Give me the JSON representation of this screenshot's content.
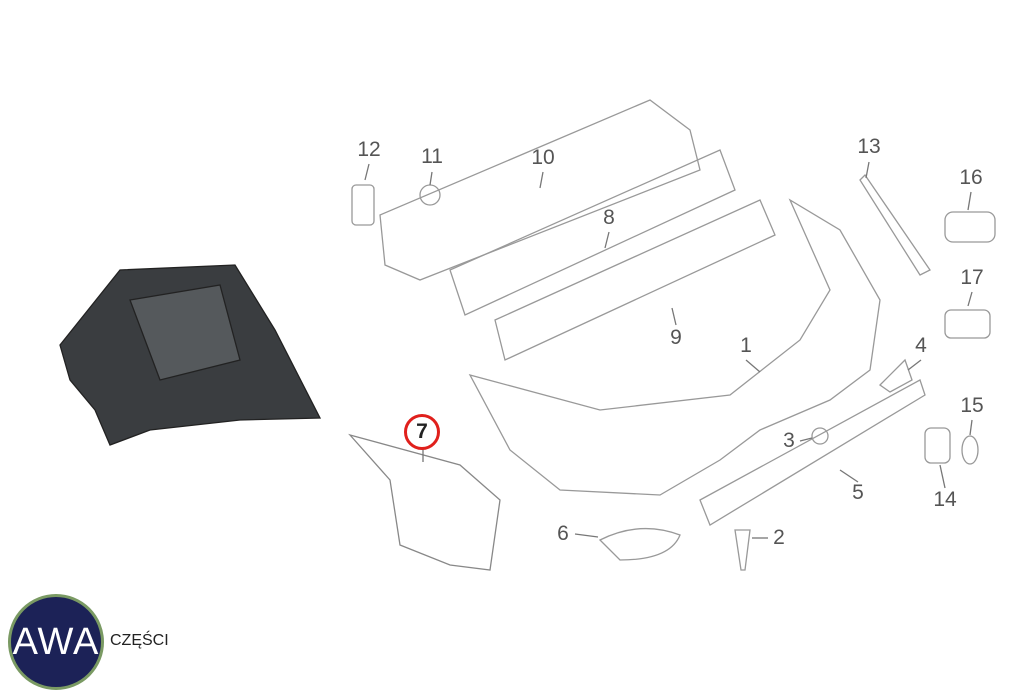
{
  "callouts": {
    "c1": "1",
    "c2": "2",
    "c3": "3",
    "c4": "4",
    "c5": "5",
    "c6": "6",
    "c7": "7",
    "c8": "8",
    "c9": "9",
    "c10": "10",
    "c11": "11",
    "c12": "12",
    "c13": "13",
    "c14": "14",
    "c15": "15",
    "c16": "16",
    "c17": "17"
  },
  "highlight_color": "#e0201c",
  "logo": {
    "mark": "AWA",
    "text": "CZĘŚCI",
    "bg": "#1c2257",
    "ring": "#7a9a63"
  }
}
